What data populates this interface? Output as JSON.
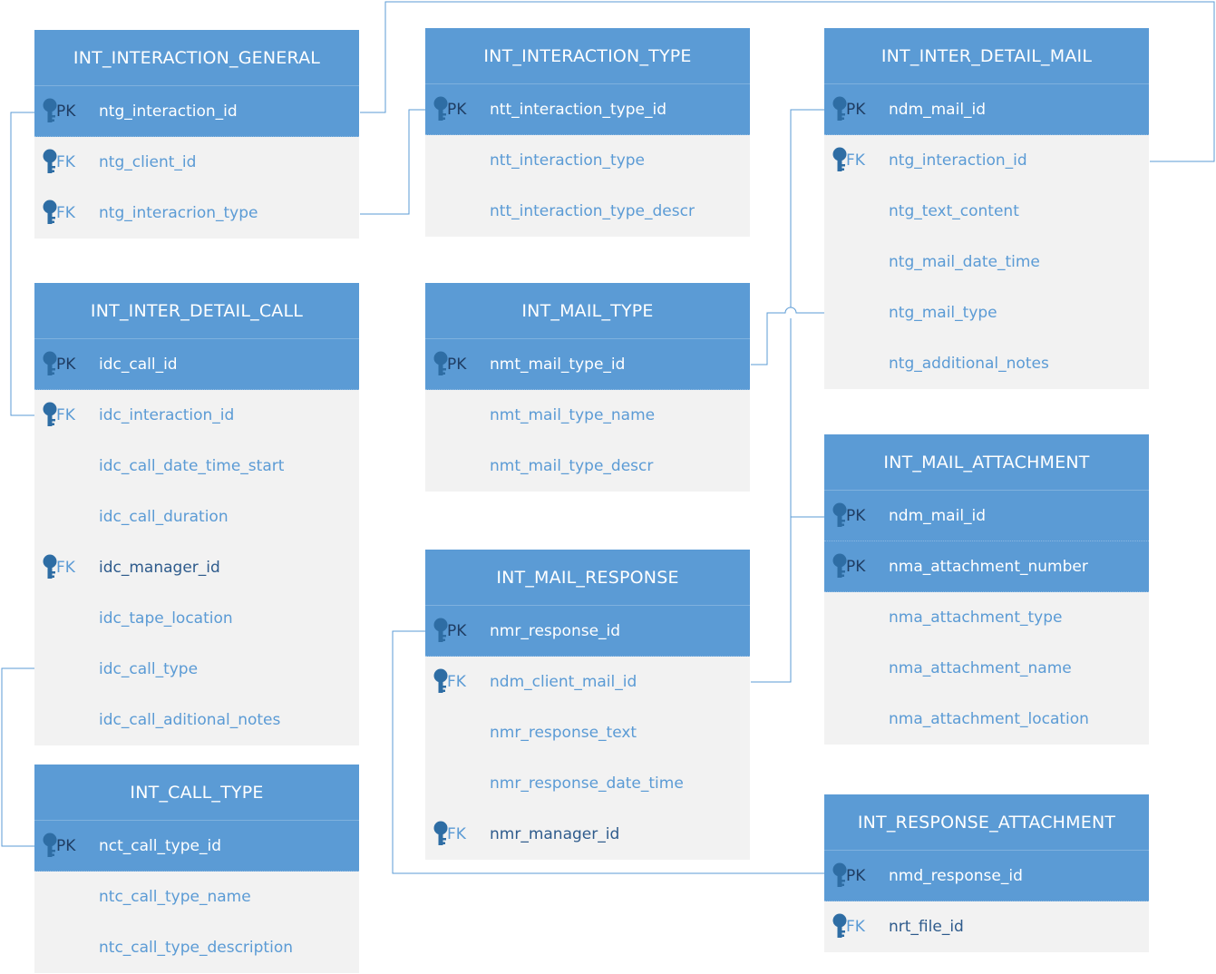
{
  "colors": {
    "header": "#5b9bd5",
    "pk_row": "#5b9bd5",
    "attr_row": "#f2f2f2",
    "attr_text": "#5b9bd5",
    "line": "#5b9bd5"
  },
  "icons": {
    "key": "key-icon"
  },
  "entities": {
    "interaction_general": {
      "title": "INT_INTERACTION_GENERAL",
      "columns": [
        {
          "key": "PK",
          "name": "ntg_interaction_id"
        },
        {
          "key": "FK",
          "name": "ntg_client_id"
        },
        {
          "key": "FK",
          "name": "ntg_interacrion_type"
        }
      ]
    },
    "interaction_type": {
      "title": "INT_INTERACTION_TYPE",
      "columns": [
        {
          "key": "PK",
          "name": "ntt_interaction_type_id"
        },
        {
          "key": "",
          "name": "ntt_interaction_type"
        },
        {
          "key": "",
          "name": "ntt_interaction_type_descr"
        }
      ]
    },
    "inter_detail_mail": {
      "title": "INT_INTER_DETAIL_MAIL",
      "columns": [
        {
          "key": "PK",
          "name": "ndm_mail_id"
        },
        {
          "key": "FK",
          "name": "ntg_interaction_id"
        },
        {
          "key": "",
          "name": "ntg_text_content"
        },
        {
          "key": "",
          "name": "ntg_mail_date_time"
        },
        {
          "key": "",
          "name": "ntg_mail_type"
        },
        {
          "key": "",
          "name": "ntg_additional_notes"
        }
      ]
    },
    "inter_detail_call": {
      "title": "INT_INTER_DETAIL_CALL",
      "columns": [
        {
          "key": "PK",
          "name": "idc_call_id"
        },
        {
          "key": "FK",
          "name": "idc_interaction_id"
        },
        {
          "key": "",
          "name": "idc_call_date_time_start"
        },
        {
          "key": "",
          "name": "idc_call_duration"
        },
        {
          "key": "FK",
          "name": "idc_manager_id"
        },
        {
          "key": "",
          "name": "idc_tape_location"
        },
        {
          "key": "",
          "name": "idc_call_type"
        },
        {
          "key": "",
          "name": "idc_call_aditional_notes"
        }
      ]
    },
    "mail_type": {
      "title": "INT_MAIL_TYPE",
      "columns": [
        {
          "key": "PK",
          "name": "nmt_mail_type_id"
        },
        {
          "key": "",
          "name": "nmt_mail_type_name"
        },
        {
          "key": "",
          "name": "nmt_mail_type_descr"
        }
      ]
    },
    "mail_attachment": {
      "title": "INT_MAIL_ATTACHMENT",
      "columns": [
        {
          "key": "PK",
          "name": "ndm_mail_id"
        },
        {
          "key": "PK",
          "name": "nma_attachment_number"
        },
        {
          "key": "",
          "name": "nma_attachment_type"
        },
        {
          "key": "",
          "name": "nma_attachment_name"
        },
        {
          "key": "",
          "name": "nma_attachment_location"
        }
      ]
    },
    "mail_response": {
      "title": "INT_MAIL_RESPONSE",
      "columns": [
        {
          "key": "PK",
          "name": "nmr_response_id"
        },
        {
          "key": "FK",
          "name": "ndm_client_mail_id"
        },
        {
          "key": "",
          "name": "nmr_response_text"
        },
        {
          "key": "",
          "name": "nmr_response_date_time"
        },
        {
          "key": "FK",
          "name": "nmr_manager_id"
        }
      ]
    },
    "call_type": {
      "title": "INT_CALL_TYPE",
      "columns": [
        {
          "key": "PK",
          "name": "nct_call_type_id"
        },
        {
          "key": "",
          "name": "ntc_call_type_name"
        },
        {
          "key": "",
          "name": "ntc_call_type_description"
        }
      ]
    },
    "response_attachment": {
      "title": "INT_RESPONSE_ATTACHMENT",
      "columns": [
        {
          "key": "PK",
          "name": "nmd_response_id"
        },
        {
          "key": "FK",
          "name": "nrt_file_id"
        }
      ]
    }
  }
}
